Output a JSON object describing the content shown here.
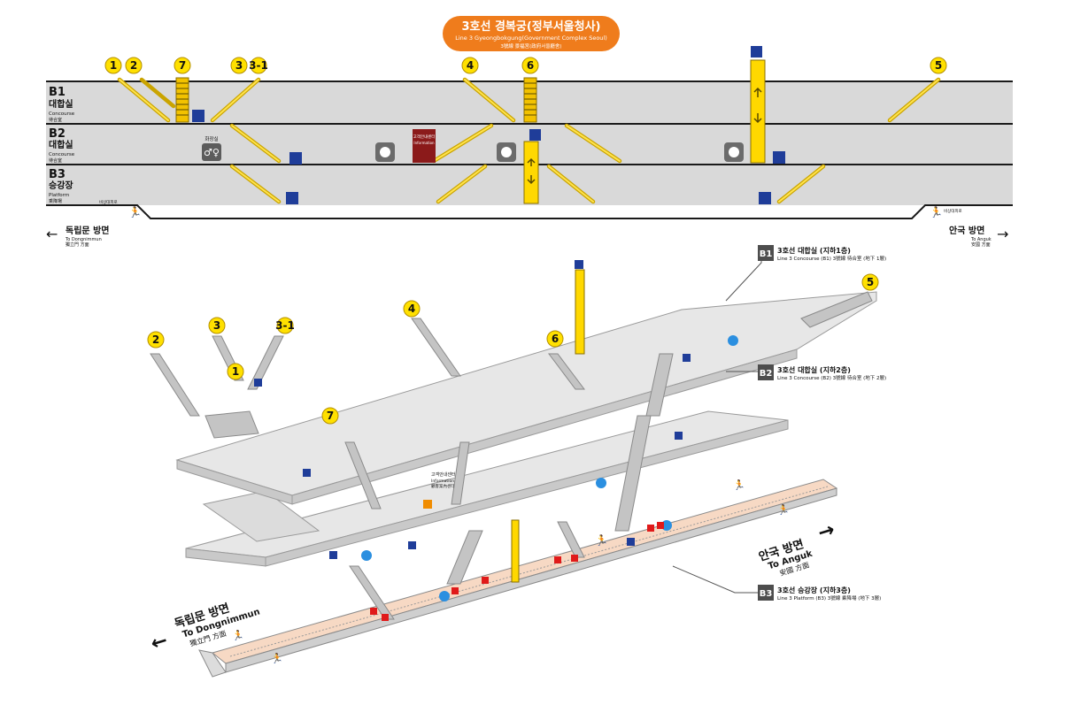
{
  "station": {
    "title_ko": "3호선 경복궁(정부서울청사)",
    "title_en": "Line 3 Gyeongbokgung(Government Complex Seoul)",
    "title_cjk": "3號線 景福宮(政府서울廳舍)",
    "color": "#ef7c1c"
  },
  "levels": [
    {
      "code": "B1",
      "ko": "대합실",
      "en": "Concourse",
      "cjk": "待合室"
    },
    {
      "code": "B2",
      "ko": "대합실",
      "en": "Concourse",
      "cjk": "待合室"
    },
    {
      "code": "B3",
      "ko": "승강장",
      "en": "Platform",
      "cjk": "乘降場"
    }
  ],
  "exits_top": [
    "1",
    "2",
    "7",
    "3",
    "3-1",
    "4",
    "6",
    "5"
  ],
  "facilities": {
    "restroom": "화장실",
    "information": "고객안내센터",
    "information_en": "Information",
    "information_cjk": "顧客案內센터",
    "emergency": "비상대피로"
  },
  "directions": {
    "west_ko": "독립문 방면",
    "west_en": "To Dongnimmun",
    "west_cjk": "獨立門 方面",
    "east_ko": "안국 방면",
    "east_en": "To Anguk",
    "east_cjk": "安國 方面"
  },
  "callouts": [
    {
      "code": "B1",
      "ko": "3호선 대합실 (지하1층)",
      "en": "Line 3 Concourse (B1) 3號線 待合室 (地下 1層)"
    },
    {
      "code": "B2",
      "ko": "3호선 대합실 (지하2층)",
      "en": "Line 3 Concourse (B2) 3號線 待合室 (地下 2層)"
    },
    {
      "code": "B3",
      "ko": "3호선 승강장 (지하3층)",
      "en": "Line 3 Platform (B3) 3號線 乘降場 (地下 3層)"
    }
  ],
  "exits_3d": [
    "2",
    "3",
    "3-1",
    "1",
    "4",
    "6",
    "5",
    "7"
  ],
  "colors": {
    "exit_yellow": "#ffe000",
    "stair_yellow": "#f2c200",
    "escalator_blue": "#1f3d99",
    "info_brown": "#8b1a1a",
    "platform_peach": "#f7d9c4"
  }
}
